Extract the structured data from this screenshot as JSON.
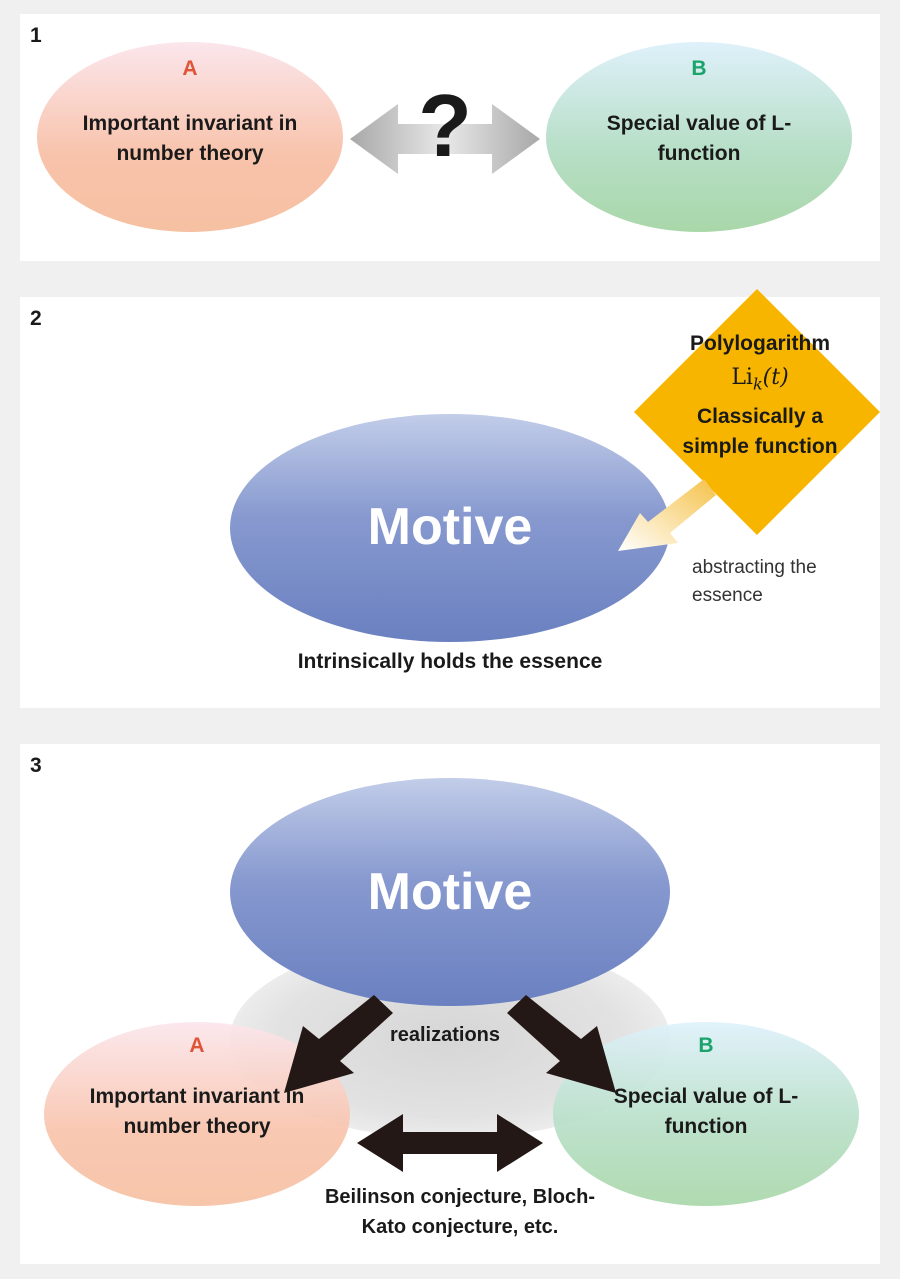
{
  "panel1": {
    "number": "1",
    "a_letter": "A",
    "a_label": "Important invariant in number theory",
    "question": "?",
    "b_letter": "B",
    "b_label": "Special value of L-function"
  },
  "panel2": {
    "number": "2",
    "motive": "Motive",
    "caption": "Intrinsically holds the essence",
    "diamond_title": "Polylogarithm",
    "diamond_formula_base": "Li",
    "diamond_formula_sub": "k",
    "diamond_formula_arg": "(t)",
    "diamond_text": "Classically a simple function",
    "arrow_label": "abstracting the essence"
  },
  "panel3": {
    "number": "3",
    "motive": "Motive",
    "realizations": "realizations",
    "a_letter": "A",
    "a_label": "Important invariant in number theory",
    "b_letter": "B",
    "b_label": "Special value of L-function",
    "conjecture": "Beilinson conjecture, Bloch-Kato conjecture, etc."
  },
  "colors": {
    "letter_a": "#e0553a",
    "letter_b": "#1aa36b",
    "diamond": "#f7b500",
    "motive_blue": "#6a80c0"
  }
}
